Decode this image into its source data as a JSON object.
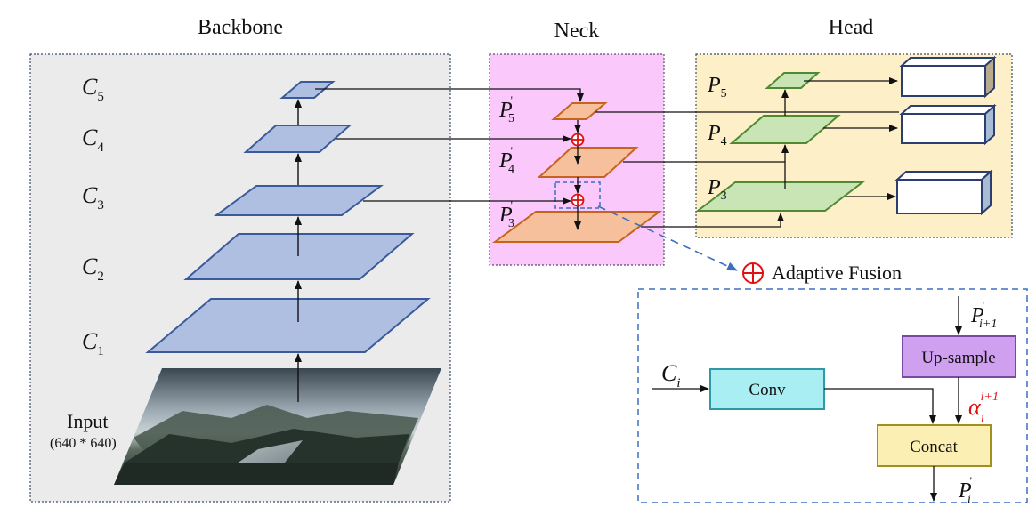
{
  "sections": {
    "backbone": "Backbone",
    "neck": "Neck",
    "head": "Head"
  },
  "backbone": {
    "levels": [
      {
        "letter": "C",
        "sub": "5"
      },
      {
        "letter": "C",
        "sub": "4"
      },
      {
        "letter": "C",
        "sub": "3"
      },
      {
        "letter": "C",
        "sub": "2"
      },
      {
        "letter": "C",
        "sub": "1"
      }
    ],
    "input_label": "Input",
    "input_size": "(640 * 640)"
  },
  "neck": {
    "levels": [
      {
        "letter": "P",
        "sub": "5",
        "prime": "'"
      },
      {
        "letter": "P",
        "sub": "4",
        "prime": "'"
      },
      {
        "letter": "P",
        "sub": "3",
        "prime": "'"
      }
    ]
  },
  "head": {
    "levels": [
      {
        "letter": "P",
        "sub": "5"
      },
      {
        "letter": "P",
        "sub": "4"
      },
      {
        "letter": "P",
        "sub": "3"
      }
    ]
  },
  "fusion": {
    "title": "Adaptive Fusion",
    "conv": "Conv",
    "upsample": "Up-sample",
    "concat": "Concat",
    "input_c": {
      "letter": "C",
      "sub": "i"
    },
    "input_p": {
      "letter": "P",
      "sub": "i+1",
      "prime": "'"
    },
    "alpha": {
      "letter": "α",
      "sub": "i",
      "sup": "i+1"
    },
    "output_p": {
      "letter": "P",
      "sub": "i",
      "prime": "'"
    }
  },
  "colors": {
    "backbone_bg": "#ebebeb",
    "backbone_layer": "#aebfe1",
    "backbone_edge": "#3a5a9a",
    "neck_bg": "#fbc8fb",
    "neck_layer": "#f6c09d",
    "neck_edge": "#c5641e",
    "head_bg": "#fdefc8",
    "head_layer": "#c9e5b6",
    "head_edge": "#4f8a32",
    "fusion_symbol": "#e01010",
    "conv_fill": "#a8eef2",
    "conv_edge": "#2f9aa6",
    "upsample_fill": "#cf9ff0",
    "upsample_edge": "#7a4aa0",
    "concat_fill": "#fcefb3",
    "concat_edge": "#a09020",
    "dashed_accent": "#3c6fbf",
    "alpha_color": "#e01010"
  }
}
